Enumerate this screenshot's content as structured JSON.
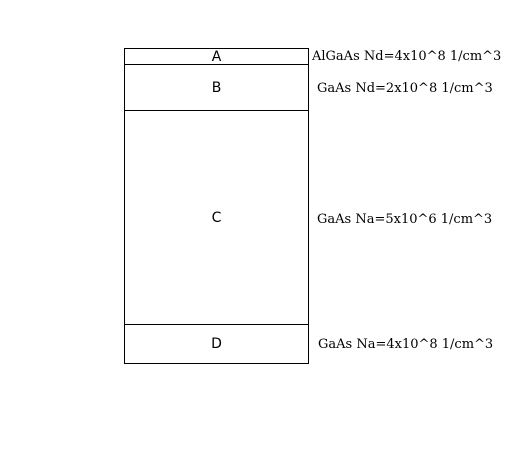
{
  "layers": [
    {
      "label": "A",
      "annotation": "AlGaAs Nd=4x10^8 1/cm^3"
    },
    {
      "label": "B",
      "annotation": "GaAs Nd=2x10^8 1/cm^3"
    },
    {
      "label": "C",
      "annotation": "GaAs Na=5x10^6 1/cm^3"
    },
    {
      "label": "D",
      "annotation": "GaAs Na=4x10^8 1/cm^3"
    }
  ],
  "colors": {
    "line": "#000000",
    "background": "#ffffff",
    "text": "#000000"
  }
}
